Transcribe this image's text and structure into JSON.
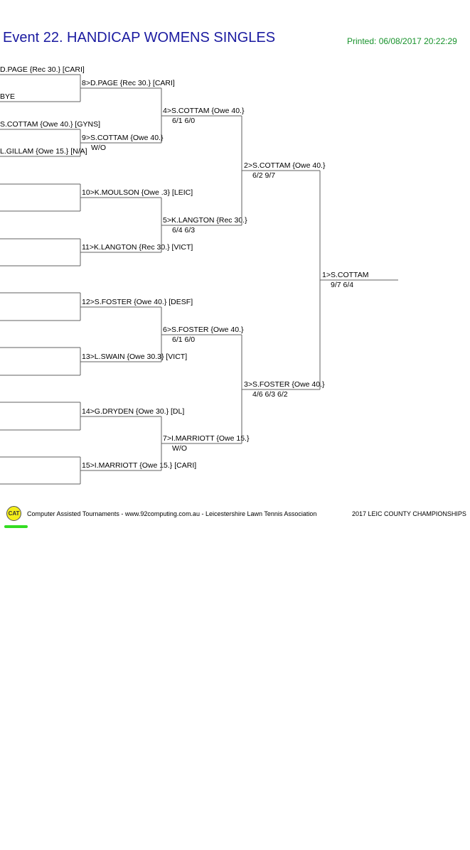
{
  "header": {
    "title": "Event 22. HANDICAP WOMENS SINGLES",
    "printed": "Printed: 06/08/2017 20:22:29"
  },
  "bracket": {
    "round1": [
      "D.PAGE {Rec 30.} [CARI]",
      "BYE",
      "S.COTTAM {Owe 40.} [GYNS]",
      "L.GILLAM {Owe 15.} [N/A]",
      "",
      "",
      "",
      "",
      "",
      "",
      "",
      "",
      "",
      "",
      "",
      ""
    ],
    "round2": [
      {
        "label": "8>D.PAGE {Rec 30.} [CARI]",
        "score": ""
      },
      {
        "label": "9>S.COTTAM {Owe 40.}",
        "score": "W/O"
      },
      {
        "label": "10>K.MOULSON {Owe .3} [LEIC]",
        "score": ""
      },
      {
        "label": "11>K.LANGTON {Rec 30.} [VICT]",
        "score": ""
      },
      {
        "label": "12>S.FOSTER {Owe 40.} [DESF]",
        "score": ""
      },
      {
        "label": "13>L.SWAIN {Owe 30.3} [VICT]",
        "score": ""
      },
      {
        "label": "14>G.DRYDEN {Owe 30.} [DL]",
        "score": ""
      },
      {
        "label": "15>I.MARRIOTT {Owe 15.} [CARI]",
        "score": ""
      }
    ],
    "round3": [
      {
        "label": "4>S.COTTAM {Owe 40.}",
        "score": "6/1 6/0"
      },
      {
        "label": "5>K.LANGTON {Rec 30.}",
        "score": "6/4 6/3"
      },
      {
        "label": "6>S.FOSTER {Owe 40.}",
        "score": "6/1 6/0"
      },
      {
        "label": "7>I.MARRIOTT {Owe 15.}",
        "score": "W/O"
      }
    ],
    "round4": [
      {
        "label": "2>S.COTTAM {Owe 40.}",
        "score": "6/2 9/7"
      },
      {
        "label": "3>S.FOSTER {Owe 40.}",
        "score": "4/6 6/3 6/2"
      }
    ],
    "final": {
      "label": "1>S.COTTAM",
      "score": "9/7 6/4"
    }
  },
  "footer": {
    "logo_text": "CAT",
    "credit": "Computer Assisted Tournaments - www.92computing.com.au -  Leicestershire Lawn Tennis Association",
    "event": "2017 LEIC COUNTY CHAMPIONSHIPS"
  },
  "colors": {
    "title": "#1a1aa0",
    "printed": "#17922b",
    "lines": "#606060",
    "logo": "#f4ee1a",
    "logo_underline": "#33dd22"
  }
}
